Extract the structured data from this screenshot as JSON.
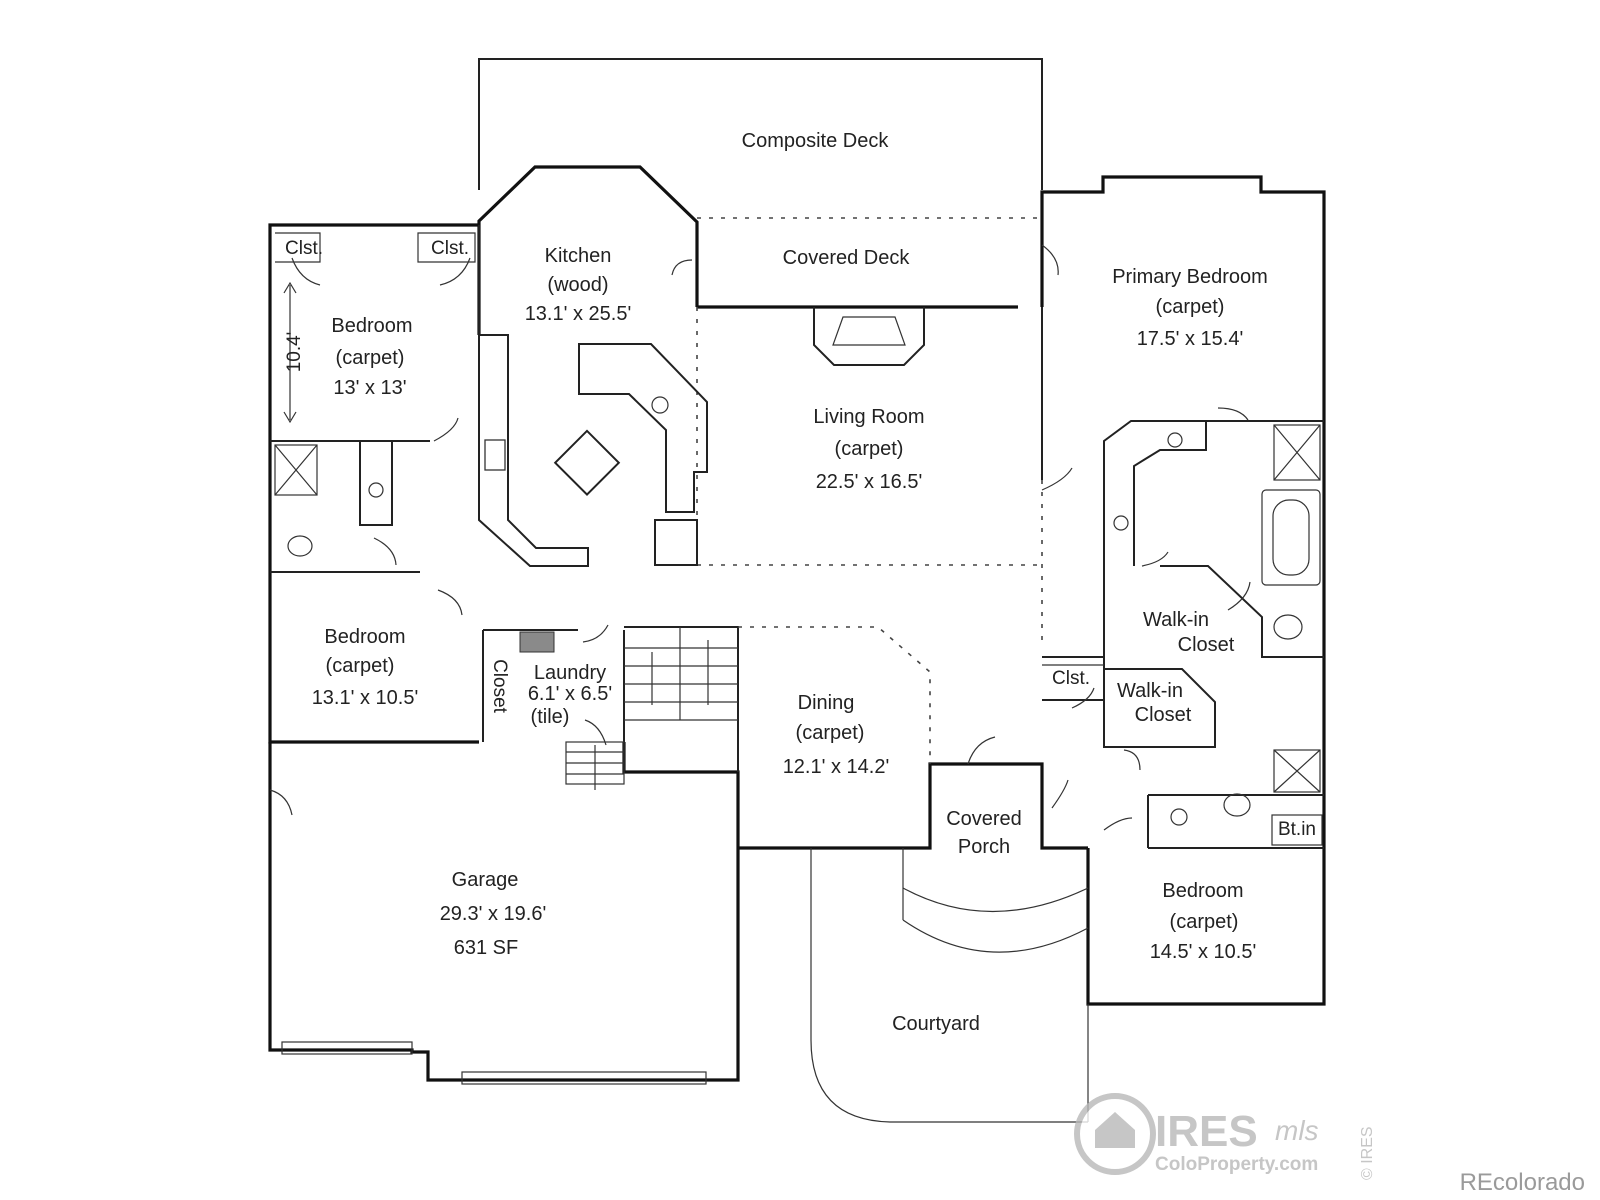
{
  "rooms": {
    "composite_deck": {
      "name": "Composite Deck"
    },
    "covered_deck": {
      "name": "Covered Deck"
    },
    "kitchen": {
      "name": "Kitchen",
      "floor": "(wood)",
      "size": "13.1' x 25.5'"
    },
    "living_room": {
      "name": "Living Room",
      "floor": "(carpet)",
      "size": "22.5' x 16.5'"
    },
    "primary_bedroom": {
      "name": "Primary Bedroom",
      "floor": "(carpet)",
      "size": "17.5' x 15.4'"
    },
    "bedroom_nw": {
      "name": "Bedroom",
      "floor": "(carpet)",
      "size": "13' x 13'",
      "dimension_tag": "10.4'"
    },
    "bedroom_w": {
      "name": "Bedroom",
      "floor": "(carpet)",
      "size": "13.1' x 10.5'"
    },
    "laundry": {
      "name": "Laundry",
      "size": "6.1' x 6.5'",
      "floor": "(tile)"
    },
    "dining": {
      "name": "Dining",
      "floor": "(carpet)",
      "size": "12.1' x 14.2'"
    },
    "garage": {
      "name": "Garage",
      "size": "29.3' x 19.6'",
      "area": "631 SF"
    },
    "covered_porch": {
      "line1": "Covered",
      "line2": "Porch"
    },
    "courtyard": {
      "name": "Courtyard"
    },
    "bedroom_se": {
      "name": "Bedroom",
      "floor": "(carpet)",
      "size": "14.5' x 10.5'"
    },
    "walkin_closet_1": {
      "line1": "Walk-in",
      "line2": "Closet"
    },
    "walkin_closet_2": {
      "line1": "Walk-in",
      "line2": "Closet"
    }
  },
  "small_labels": {
    "closet_1": "Clst.",
    "closet_2": "Clst.",
    "closet_3": "Clst.",
    "closet_vertical": "Closet",
    "built_in": "Bt.in"
  },
  "watermark": {
    "logo_main": "IRES",
    "logo_script": "mls",
    "logo_sub": "ColoProperty.com",
    "logo_side": "© IRES",
    "credit": "REcolorado"
  },
  "colors": {
    "wall": "#111111",
    "watermark": "#b8b8b8",
    "credit": "#9a9a9a"
  }
}
